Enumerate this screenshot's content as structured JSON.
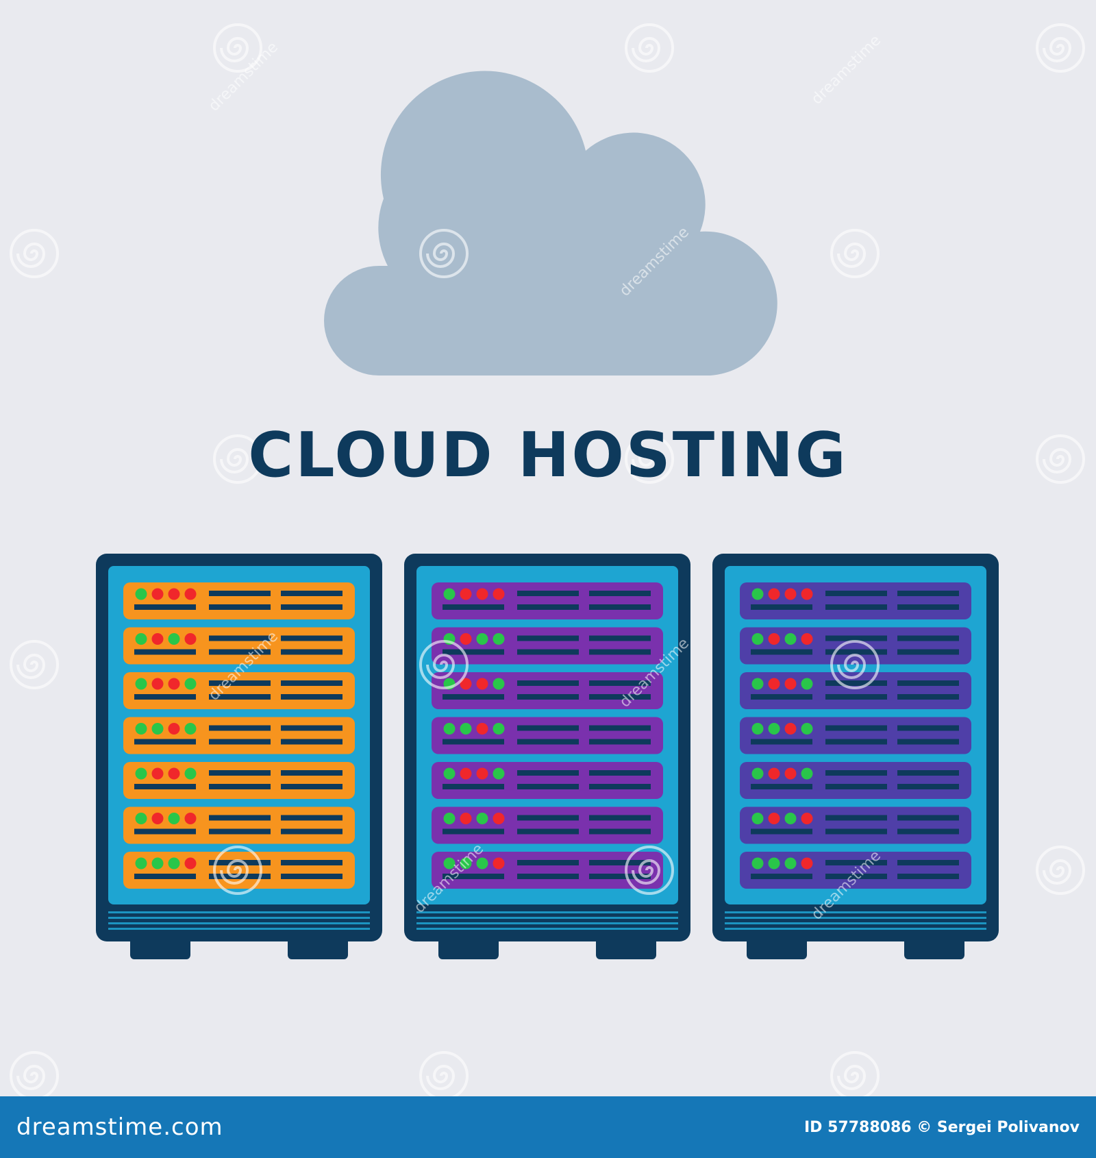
{
  "illustration": {
    "title": "CLOUD HOSTING",
    "colors": {
      "background": "#e9eaef",
      "cloud": "#a9bccd",
      "text": "#0e3a5c",
      "cabinet": "#0e3a5c",
      "screen": "#1ea5d2",
      "led_green": "#29c64a",
      "led_red": "#f0272b"
    },
    "cloud_icon": "cloud-icon",
    "racks": [
      {
        "name": "rack-orange",
        "unit_color": "#f7941e",
        "units": [
          [
            "g",
            "r",
            "r",
            "r"
          ],
          [
            "g",
            "r",
            "g",
            "r"
          ],
          [
            "g",
            "r",
            "r",
            "g"
          ],
          [
            "g",
            "g",
            "r",
            "g"
          ],
          [
            "g",
            "r",
            "r",
            "g"
          ],
          [
            "g",
            "r",
            "g",
            "r"
          ],
          [
            "g",
            "g",
            "g",
            "r"
          ]
        ]
      },
      {
        "name": "rack-purple",
        "unit_color": "#7a31ad",
        "units": [
          [
            "g",
            "r",
            "r",
            "r"
          ],
          [
            "g",
            "r",
            "g",
            "g"
          ],
          [
            "g",
            "r",
            "r",
            "g"
          ],
          [
            "g",
            "g",
            "r",
            "g"
          ],
          [
            "g",
            "r",
            "r",
            "g"
          ],
          [
            "g",
            "r",
            "g",
            "r"
          ],
          [
            "g",
            "g",
            "g",
            "r"
          ]
        ]
      },
      {
        "name": "rack-indigo",
        "unit_color": "#4f3fa8",
        "units": [
          [
            "g",
            "r",
            "r",
            "r"
          ],
          [
            "g",
            "r",
            "g",
            "r"
          ],
          [
            "g",
            "r",
            "r",
            "g"
          ],
          [
            "g",
            "g",
            "r",
            "g"
          ],
          [
            "g",
            "r",
            "r",
            "g"
          ],
          [
            "g",
            "r",
            "g",
            "r"
          ],
          [
            "g",
            "g",
            "g",
            "r"
          ]
        ]
      }
    ]
  },
  "watermark": {
    "text": "dreamstime",
    "footer_site": "dreamstime.com",
    "footer_credit": "ID 57788086 © Sergei Polivanov"
  }
}
